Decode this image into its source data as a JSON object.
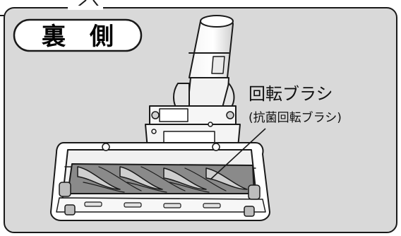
{
  "figure": {
    "section_label": "裏　側",
    "callout": {
      "main": "回転ブラシ",
      "sub": "(抗菌回転ブラシ)"
    }
  },
  "colors": {
    "panel_fill": "#d9d9d9",
    "panel_stroke": "#1a1a1a",
    "line": "#1a1a1a"
  }
}
